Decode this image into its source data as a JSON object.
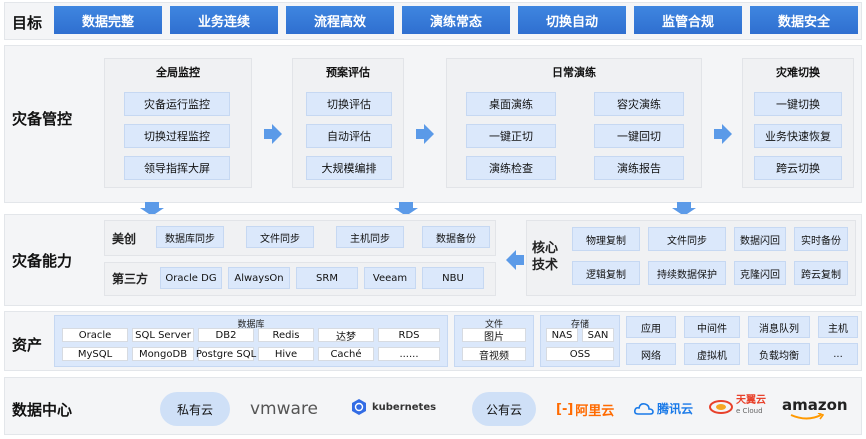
{
  "rows": {
    "goal": "目标",
    "dr_control": "灾备管控",
    "dr_capability": "灾备能力",
    "assets": "资产",
    "datacenter": "数据中心"
  },
  "goals": [
    "数据完整",
    "业务连续",
    "流程高效",
    "演练常态",
    "切换自动",
    "监管合规",
    "数据安全"
  ],
  "control": {
    "global_monitor": {
      "title": "全局监控",
      "items": [
        "灾备运行监控",
        "切换过程监控",
        "领导指挥大屏"
      ]
    },
    "plan_eval": {
      "title": "预案评估",
      "items": [
        "切换评估",
        "自动评估",
        "大规模编排"
      ]
    },
    "daily_drill": {
      "title": "日常演练",
      "items": [
        "桌面演练",
        "容灾演练",
        "一键正切",
        "一键回切",
        "演练检查",
        "演练报告"
      ]
    },
    "switchover": {
      "title": "灾难切换",
      "items": [
        "一键切换",
        "业务快速恢复",
        "跨云切换"
      ]
    }
  },
  "capability": {
    "meichuang": {
      "label": "美创",
      "items": [
        "数据库同步",
        "文件同步",
        "主机同步",
        "数据备份"
      ]
    },
    "third_party": {
      "label": "第三方",
      "items": [
        "Oracle DG",
        "AlwaysOn",
        "SRM",
        "Veeam",
        "NBU"
      ]
    },
    "core_tech": {
      "label": "核心技术",
      "items": [
        "物理复制",
        "文件同步",
        "数据闪回",
        "实时备份",
        "逻辑复制",
        "持续数据保护",
        "克隆闪回",
        "跨云复制"
      ]
    }
  },
  "assets": {
    "database": {
      "title": "数据库",
      "items": [
        "Oracle",
        "SQL Server",
        "DB2",
        "Redis",
        "达梦",
        "RDS",
        "MySQL",
        "MongoDB",
        "Postgre SQL",
        "Hive",
        "Caché",
        "......"
      ]
    },
    "file": {
      "title": "文件",
      "items": [
        "图片",
        "音视频"
      ]
    },
    "storage": {
      "title": "存储",
      "items": [
        "NAS",
        "SAN",
        "OSS"
      ]
    },
    "others": [
      "应用",
      "中间件",
      "消息队列",
      "主机",
      "网络",
      "虚拟机",
      "负载均衡",
      "..."
    ]
  },
  "datacenter": {
    "private_cloud": "私有云",
    "vmware": "vmware",
    "kubernetes": "kubernetes",
    "public_cloud": "公有云",
    "aliyun": "阿里云",
    "tencent": "腾讯云",
    "tianyi": "天翼云",
    "tianyi_sub": "e Cloud",
    "amazon": "amazon"
  },
  "colors": {
    "accent": "#2f6fd0",
    "cell_bg": "#dbe8fb",
    "arrow": "#5b9ae8",
    "aliyun": "#ff6a00",
    "tencent": "#1a7ae8",
    "tianyi": "#e8412b"
  }
}
